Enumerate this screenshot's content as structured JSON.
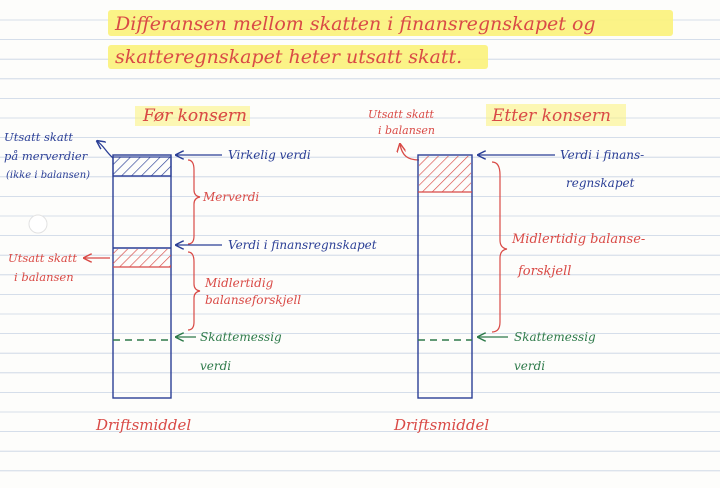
{
  "title": {
    "line1": "Differansen mellom skatten i finansregnskapet og",
    "line2": "skatteregnskapet heter utsatt skatt."
  },
  "left_panel": {
    "heading": "Før konsern",
    "deferred_tax_left_label": [
      "Utsatt skatt",
      "på merverdier",
      "(ikke i balansen)"
    ],
    "deferred_tax_balance_label": [
      "Utsatt skatt",
      "i balansen"
    ],
    "right_labels": {
      "real_value": "Virkelig verdi",
      "added_value": "Merverdi",
      "book_value": "Verdi i finansregnskapet",
      "temp_diff": [
        "Midlertidig",
        "balanseforskjell"
      ],
      "tax_value": [
        "Skattemessig",
        "verdi"
      ]
    },
    "column_label": "Driftsmiddel"
  },
  "right_panel": {
    "heading": "Etter konsern",
    "deferred_tax_label": [
      "Utsatt skatt",
      "i balansen"
    ],
    "right_labels": {
      "book_value": [
        "Verdi i finans-",
        "regnskapet"
      ],
      "temp_diff": [
        "Midlertidig balanse-",
        "forskjell"
      ],
      "tax_value": [
        "Skattemessig",
        "verdi"
      ]
    },
    "column_label": "Driftsmiddel"
  },
  "colors": {
    "blue": "#2b3f96",
    "red": "#d94a46",
    "green": "#2e7a4a",
    "highlight": "#fbf27a",
    "rule": "#c8d4e4",
    "margin": "#e8b8b8"
  }
}
